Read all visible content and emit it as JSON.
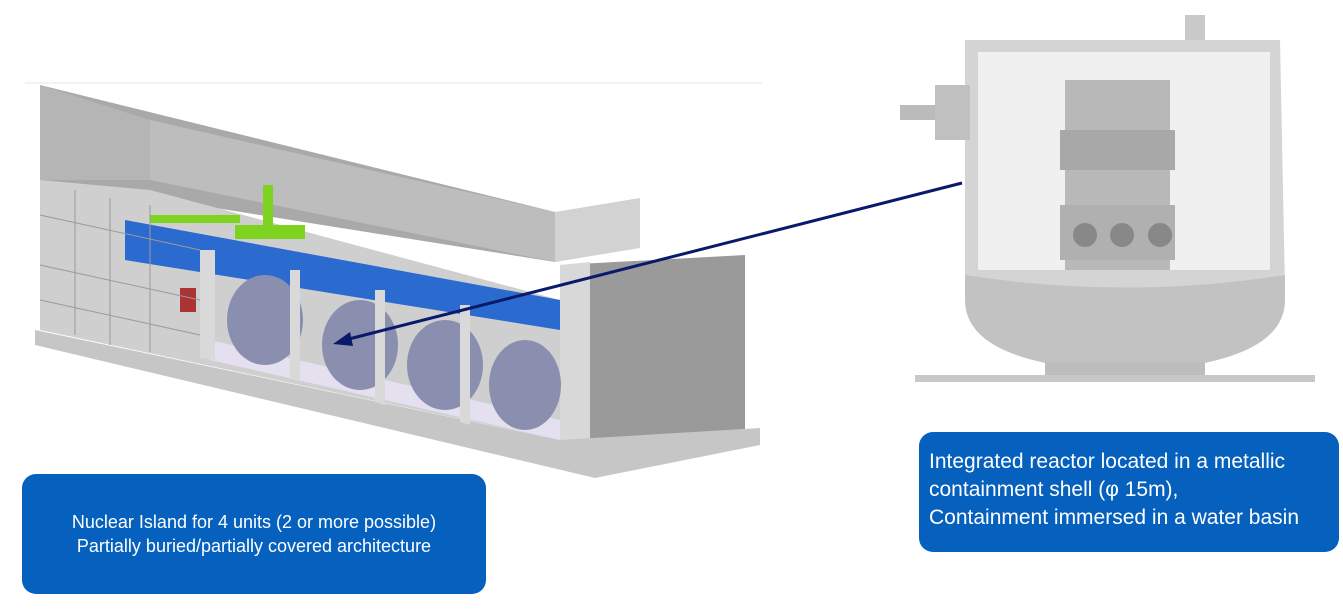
{
  "left_caption": {
    "line1": "Nuclear Island for 4 units  (2 or more possible)",
    "line2": "Partially buried/partially covered architecture"
  },
  "right_caption": {
    "line1": "Integrated reactor located in a metallic",
    "line2": "containment shell (φ 15m),",
    "line3": "Containment immersed in a water basin"
  },
  "colors": {
    "callout_fill": "#0560be",
    "arrow": "#0a1a6a",
    "concrete": "#c8c8c8",
    "pool_blue": "#2a6cd0",
    "crane_green": "#7ed321"
  }
}
